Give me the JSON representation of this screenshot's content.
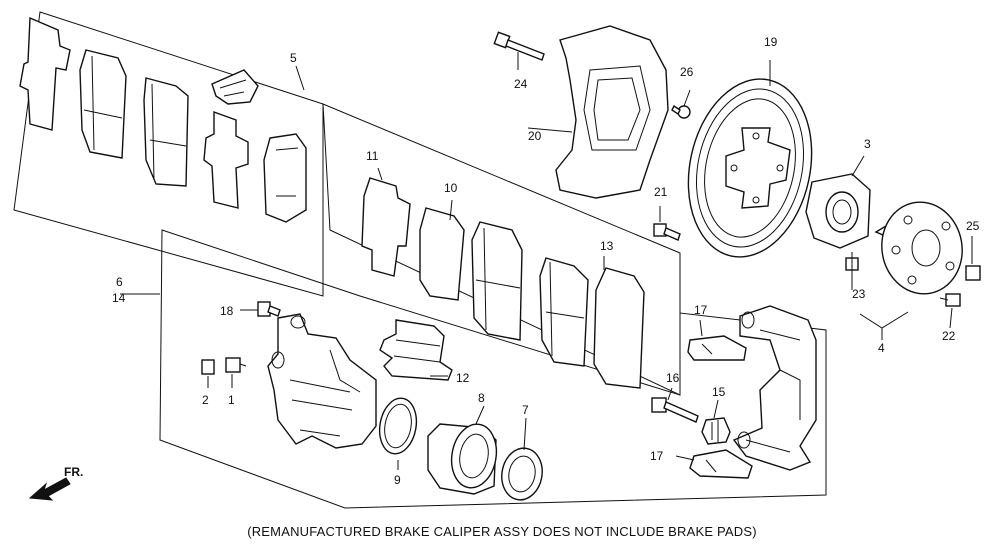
{
  "caption": "(REMANUFACTURED BRAKE CALIPER ASSY DOES NOT INCLUDE BRAKE PADS)",
  "direction_label": "FR.",
  "callouts": {
    "c1": "1",
    "c2": "2",
    "c3": "3",
    "c4": "4",
    "c5": "5",
    "c6": "6",
    "c14": "14",
    "c7": "7",
    "c8": "8",
    "c9": "9",
    "c10": "10",
    "c11": "11",
    "c12": "12",
    "c13": "13",
    "c15": "15",
    "c16": "16",
    "c17a": "17",
    "c17b": "17",
    "c18": "18",
    "c19": "19",
    "c20": "20",
    "c21": "21",
    "c22": "22",
    "c23": "23",
    "c24": "24",
    "c25": "25",
    "c26": "26"
  }
}
